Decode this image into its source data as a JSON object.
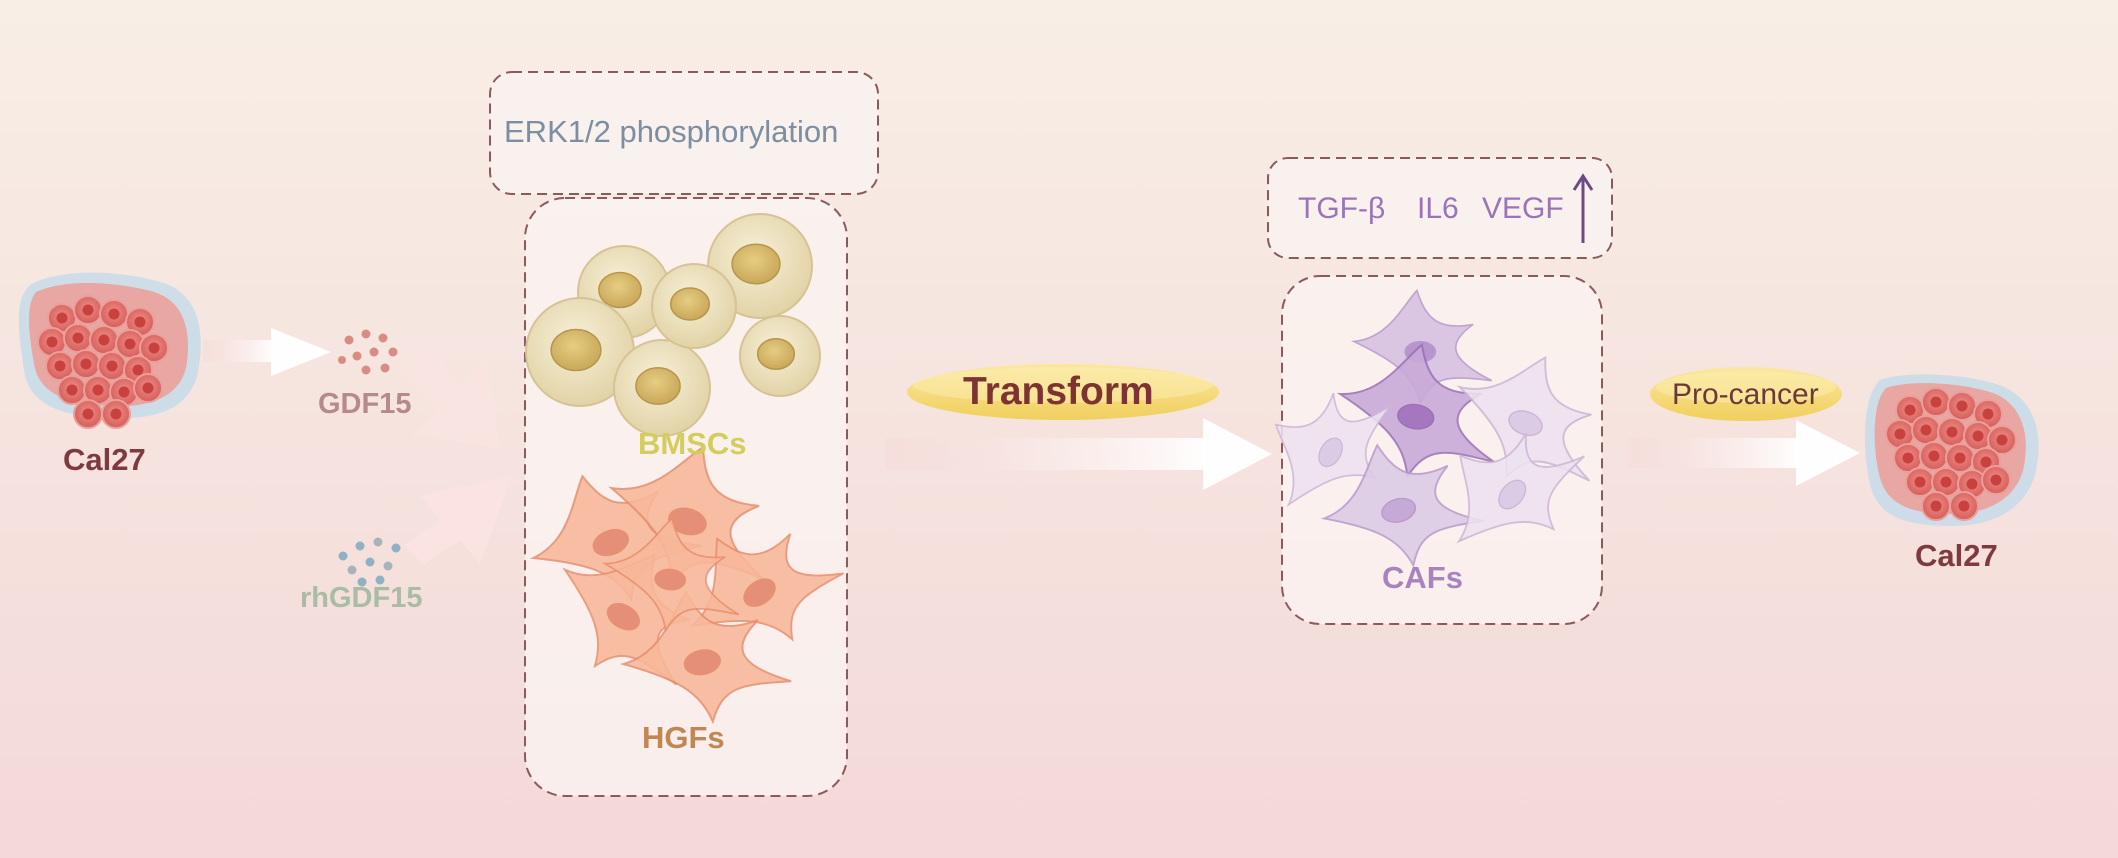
{
  "labels": {
    "cal27_left": "Cal27",
    "cal27_right": "Cal27",
    "gdf15": "GDF15",
    "rhgdf15": "rhGDF15",
    "erk": "ERK1/2 phosphorylation",
    "bmscs": "BMSCs",
    "hgfs": "HGFs",
    "transform": "Transform",
    "markers": [
      "TGF-β",
      "IL6",
      "VEGF"
    ],
    "cafs": "CAFs",
    "procancer": "Pro-cancer"
  },
  "icons": {
    "tumor": "tumor-cell-cluster-icon",
    "secreted": "secreted-particles-icon",
    "recombinant": "recombinant-particles-icon",
    "stem_cell": "stem-cell-icon",
    "fibroblast": "fibroblast-icon",
    "caf": "cancer-associated-fibroblast-icon",
    "up_arrow": "up-arrow-icon"
  },
  "colors": {
    "background_top": "#f8eee6",
    "background_bottom": "#f3d9d8",
    "dashed_border": "#8a5a5c",
    "pill_fill": "#f6dc7a",
    "tumor_cell": "#d9645f",
    "bmsc_cell": "#e8dcb2",
    "hgf_cell": "#f2a987",
    "caf_cell": "#cdb7d8"
  }
}
